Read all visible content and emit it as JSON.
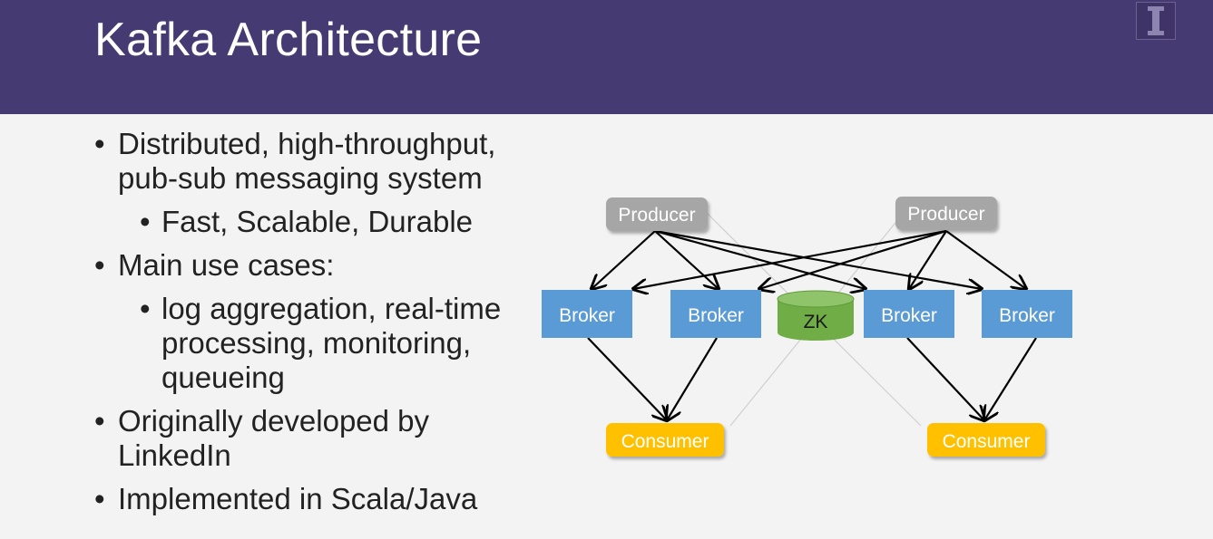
{
  "slide": {
    "title": "Kafka Architecture",
    "bullets": {
      "b1_line1": "Distributed, high-throughput,",
      "b1_line2": "pub-sub messaging system",
      "b1_sub": "Fast, Scalable, Durable",
      "b2": "Main use cases:",
      "b2_sub_line1": "log aggregation, real-time",
      "b2_sub_line2": "processing, monitoring,",
      "b2_sub_line3": "queueing",
      "b3_line1": "Originally developed by",
      "b3_line2": "LinkedIn",
      "b4": "Implemented in Scala/Java"
    }
  },
  "diagram": {
    "producers": [
      "Producer",
      "Producer"
    ],
    "brokers": [
      "Broker",
      "Broker",
      "Broker",
      "Broker"
    ],
    "zookeeper": "ZK",
    "consumers": [
      "Consumer",
      "Consumer"
    ],
    "colors": {
      "header": "#463a72",
      "producer": "#a6a6a6",
      "broker": "#5b9bd5",
      "zookeeper": "#70ad47",
      "consumer": "#ffc000",
      "arrow": "#000000"
    }
  }
}
